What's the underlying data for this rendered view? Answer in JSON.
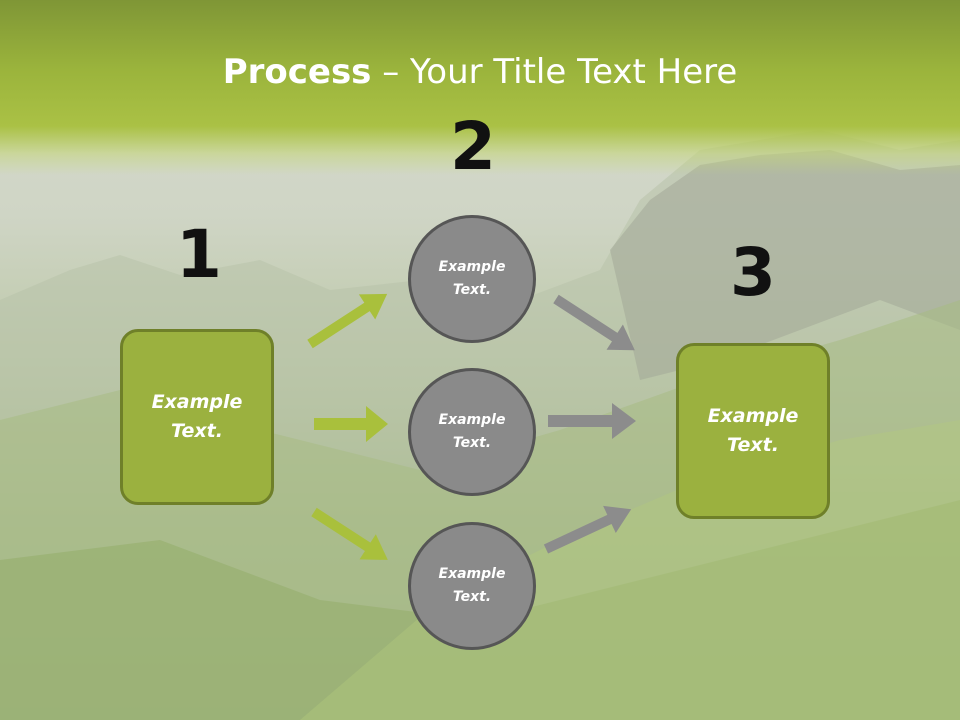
{
  "slide": {
    "title_bold": "Process",
    "title_rest": " – Your Title Text Here"
  },
  "steps": {
    "one": "1",
    "two": "2",
    "three": "3"
  },
  "left_box": {
    "line1": "Example",
    "line2": "Text."
  },
  "right_box": {
    "line1": "Example",
    "line2": "Text."
  },
  "circles": [
    {
      "line1": "Example",
      "line2": "Text."
    },
    {
      "line1": "Example",
      "line2": "Text."
    },
    {
      "line1": "Example",
      "line2": "Text."
    }
  ],
  "colors": {
    "accent_green": "#9bb13f",
    "arrow_green": "#a9c03c",
    "arrow_gray": "#8c8c8c",
    "circle_gray": "#8a8a8a"
  }
}
